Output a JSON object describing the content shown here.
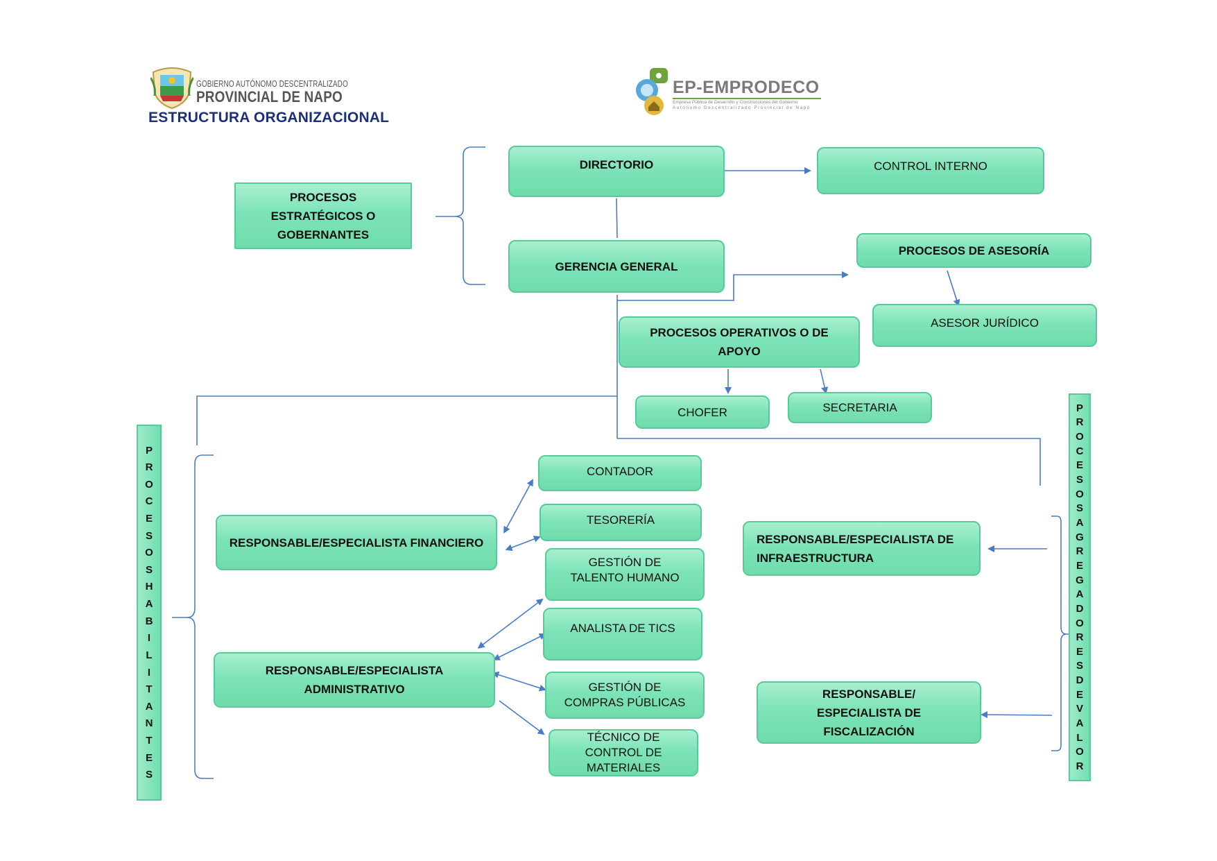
{
  "header": {
    "gad_small": "GOBIERNO AUTÓNOMO DESCENTRALIZADO",
    "gad_large": "PROVINCIAL DE NAPO",
    "title": "ESTRUCTURA ORGANIZACIONAL",
    "ep_name": "EP-EMPRODECO",
    "ep_tagline_1": "Empresa Pública de Desarrollo y Construcciones del Gobierno",
    "ep_tagline_2": "Autónomo Descentralizado Provincial de Napo"
  },
  "nodes": {
    "procesos_estrategicos": "PROCESOS ESTRATÉGICOS O GOBERNANTES",
    "directorio": "DIRECTORIO",
    "control_interno": "CONTROL INTERNO",
    "gerencia_general": "GERENCIA GENERAL",
    "procesos_asesoria": "PROCESOS DE ASESORÍA",
    "asesor_juridico": "ASESOR JURÍDICO",
    "procesos_operativos": "PROCESOS OPERATIVOS O DE APOYO",
    "chofer": "CHOFER",
    "secretaria": "SECRETARIA",
    "contador": "CONTADOR",
    "tesoreria": "TESORERÍA",
    "talento_humano": "GESTIÓN DE TALENTO HUMANO",
    "analista_tics": "ANALISTA DE TICS",
    "compras_publicas": "GESTIÓN DE COMPRAS PÚBLICAS",
    "control_materiales": "TÉCNICO DE CONTROL DE MATERIALES",
    "resp_financiero": "RESPONSABLE/ESPECIALISTA FINANCIERO",
    "resp_administrativo": "RESPONSABLE/ESPECIALISTA ADMINISTRATIVO",
    "resp_infraestructura": "RESPONSABLE/ESPECIALISTA DE INFRAESTRUCTURA",
    "resp_fiscalizacion": "RESPONSABLE/ ESPECIALISTA DE FISCALIZACIÓN"
  },
  "side_labels": {
    "habilitantes": "PROCESOSHABILITANTES",
    "agregadores": "PROCESOSAGREGADORESDEVALOR"
  },
  "colors": {
    "box_fill": "#7de3b8",
    "box_border": "#55cc98",
    "connector": "#4a7cc4",
    "title": "#1b2f7a"
  }
}
